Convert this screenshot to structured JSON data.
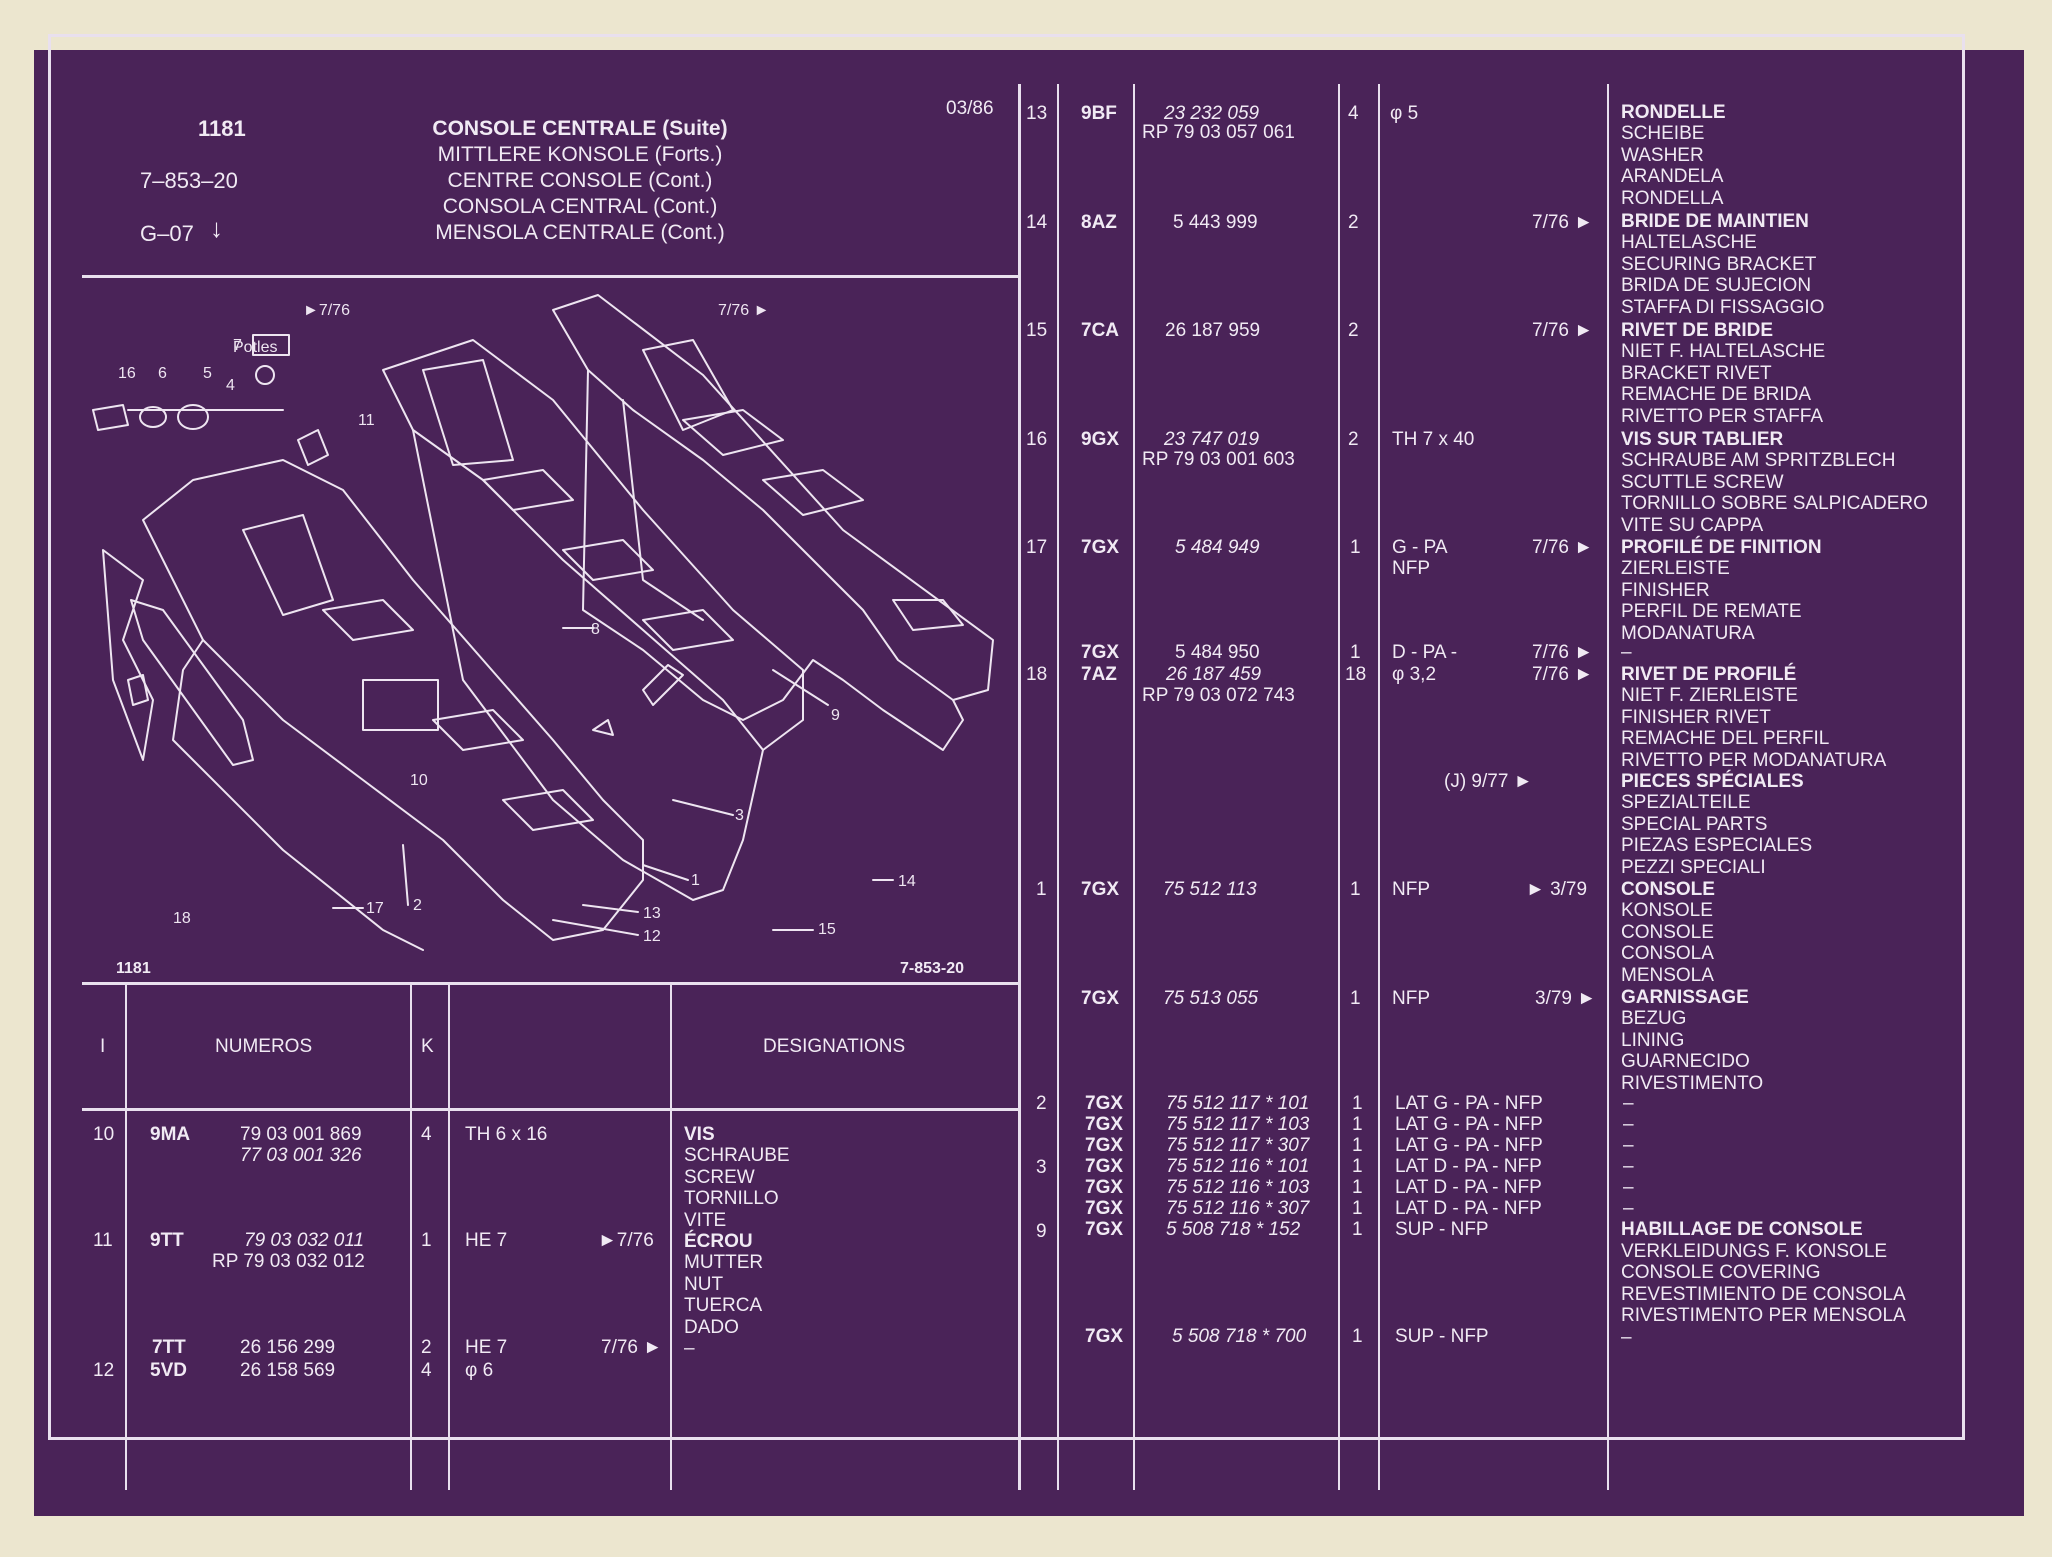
{
  "header": {
    "page_number": "1181",
    "ref_code": "7–853–20",
    "group_code": "G–07",
    "date": "03/86",
    "titles": [
      "CONSOLE CENTRALE (Suite)",
      "MITTLERE KONSOLE (Forts.)",
      "CENTRE CONSOLE (Cont.)",
      "CONSOLA CENTRAL (Cont.)",
      "MENSOLA CENTRALE (Cont.)"
    ]
  },
  "illustration": {
    "footer_left": "1181",
    "footer_right": "7-853-20",
    "date_marks": [
      "►7/76",
      "7/76 ►"
    ],
    "callouts": [
      "16",
      "6",
      "5",
      "7",
      "4",
      "11",
      "8",
      "9",
      "10",
      "3",
      "1",
      "2",
      "17",
      "18",
      "13",
      "12",
      "14",
      "15"
    ],
    "label_plate_text": "Potles"
  },
  "table_headers": {
    "col_i": "I",
    "col_numeros": "NUMEROS",
    "col_k": "K",
    "col_designations": "DESIGNATIONS"
  },
  "left_rows": [
    {
      "idx": "10",
      "code": "9MA",
      "nums": [
        "79 03 001 869",
        "77 03 001 326"
      ],
      "qty": "4",
      "spec": "TH 6 x 16",
      "date": "",
      "desc": [
        "VIS",
        "SCHRAUBE",
        "SCREW",
        "TORNILLO",
        "VITE"
      ]
    },
    {
      "idx": "11",
      "code": "9TT",
      "nums": [
        "79 03 032 011",
        "RP 79 03 032 012"
      ],
      "qty": "1",
      "spec": "HE 7",
      "date": "►7/76",
      "desc": [
        "ÉCROU",
        "MUTTER",
        "NUT",
        "TUERCA",
        "DADO"
      ]
    },
    {
      "idx": "",
      "code": "7TT",
      "nums": [
        "26 156 299"
      ],
      "qty": "2",
      "spec": "HE 7",
      "date": "7/76 ►",
      "desc": [
        "–"
      ]
    },
    {
      "idx": "12",
      "code": "5VD",
      "nums": [
        "26 158 569"
      ],
      "qty": "4",
      "spec": "φ 6",
      "date": "",
      "desc": []
    }
  ],
  "right_rows": [
    {
      "idx": "13",
      "code": "9BF",
      "nums": [
        "23 232 059",
        "RP 79 03 057 061"
      ],
      "qty": "4",
      "spec": "φ 5",
      "date": "",
      "desc": [
        "RONDELLE",
        "SCHEIBE",
        "WASHER",
        "ARANDELA",
        "RONDELLA"
      ]
    },
    {
      "idx": "14",
      "code": "8AZ",
      "nums": [
        "5 443 999"
      ],
      "qty": "2",
      "spec": "",
      "date": "7/76 ►",
      "desc": [
        "BRIDE DE MAINTIEN",
        "HALTELASCHE",
        "SECURING BRACKET",
        "BRIDA DE SUJECION",
        "STAFFA DI FISSAGGIO"
      ]
    },
    {
      "idx": "15",
      "code": "7CA",
      "nums": [
        "26 187 959"
      ],
      "qty": "2",
      "spec": "",
      "date": "7/76 ►",
      "desc": [
        "RIVET DE BRIDE",
        "NIET F. HALTELASCHE",
        "BRACKET RIVET",
        "REMACHE DE BRIDA",
        "RIVETTO PER STAFFA"
      ]
    },
    {
      "idx": "16",
      "code": "9GX",
      "nums": [
        "23 747 019",
        "RP 79 03 001 603"
      ],
      "qty": "2",
      "spec": "TH 7 x 40",
      "date": "",
      "desc": [
        "VIS SUR TABLIER",
        "SCHRAUBE AM SPRITZBLECH",
        "SCUTTLE SCREW",
        "TORNILLO SOBRE SALPICADERO",
        "VITE SU CAPPA"
      ]
    },
    {
      "idx": "17",
      "code": "7GX",
      "nums": [
        "5 484 949"
      ],
      "qty": "1",
      "spec": "G - PA",
      "spec2": "NFP",
      "date": "7/76 ►",
      "desc": [
        "PROFILÉ DE FINITION",
        "ZIERLEISTE",
        "FINISHER",
        "PERFIL DE REMATE",
        "MODANATURA"
      ]
    },
    {
      "idx": "",
      "code": "7GX",
      "nums": [
        "5 484 950"
      ],
      "qty": "1",
      "spec": "D - PA -",
      "date": "7/76 ►",
      "desc": [
        "–"
      ]
    },
    {
      "idx": "18",
      "code": "7AZ",
      "nums": [
        "26 187 459",
        "RP 79 03 072 743"
      ],
      "qty": "18",
      "spec": "φ 3,2",
      "date": "7/76 ►",
      "desc": [
        "RIVET DE PROFILÉ",
        "NIET F. ZIERLEISTE",
        "FINISHER RIVET",
        "REMACHE DEL PERFIL",
        "RIVETTO PER MODANATURA"
      ]
    },
    {
      "idx": "",
      "code": "",
      "nums": [],
      "qty": "",
      "spec": "",
      "date": "(J) 9/77 ►",
      "desc": [
        "PIECES SPÉCIALES",
        "SPEZIALTEILE",
        "SPECIAL PARTS",
        "PIEZAS ESPECIALES",
        "PEZZI SPECIALI"
      ]
    },
    {
      "idx": "1",
      "code": "7GX",
      "nums": [
        "75 512 113"
      ],
      "qty": "1",
      "spec": "NFP",
      "date": "► 3/79",
      "desc": [
        "CONSOLE",
        "KONSOLE",
        "CONSOLE",
        "CONSOLA",
        "MENSOLA"
      ]
    },
    {
      "idx": "",
      "code": "7GX",
      "nums": [
        "75 513 055"
      ],
      "qty": "1",
      "spec": "NFP",
      "date": "3/79 ►",
      "desc": [
        "GARNISSAGE",
        "BEZUG",
        "LINING",
        "GUARNECIDO",
        "RIVESTIMENTO"
      ]
    }
  ],
  "right_group": [
    {
      "idx": "2",
      "code": "7GX",
      "num": "75 512 117 * 101",
      "qty": "1",
      "spec": "LAT G - PA - NFP",
      "desc": "–"
    },
    {
      "idx": "",
      "code": "7GX",
      "num": "75 512 117 * 103",
      "qty": "1",
      "spec": "LAT G - PA - NFP",
      "desc": "–"
    },
    {
      "idx": "",
      "code": "7GX",
      "num": "75 512 117 * 307",
      "qty": "1",
      "spec": "LAT G - PA - NFP",
      "desc": "–"
    },
    {
      "idx": "3",
      "code": "7GX",
      "num": "75 512 116 * 101",
      "qty": "1",
      "spec": "LAT D - PA - NFP",
      "desc": "–"
    },
    {
      "idx": "",
      "code": "7GX",
      "num": "75 512 116 * 103",
      "qty": "1",
      "spec": "LAT D - PA - NFP",
      "desc": "–"
    },
    {
      "idx": "",
      "code": "7GX",
      "num": "75 512 116 * 307",
      "qty": "1",
      "spec": "LAT D - PA - NFP",
      "desc": "–"
    },
    {
      "idx": "9",
      "code": "7GX",
      "num": "5 508 718 * 152",
      "qty": "1",
      "spec": "SUP - NFP",
      "desc": "HABILLAGE DE CONSOLE"
    }
  ],
  "right_group_desc_tail": [
    "VERKLEIDUNGS F. KONSOLE",
    "CONSOLE COVERING",
    "REVESTIMIENTO DE CONSOLA",
    "RIVESTIMENTO PER MENSOLA",
    "–"
  ],
  "last_row": {
    "code": "7GX",
    "num": "5 508 718 * 700",
    "qty": "1",
    "spec": "SUP - NFP"
  }
}
